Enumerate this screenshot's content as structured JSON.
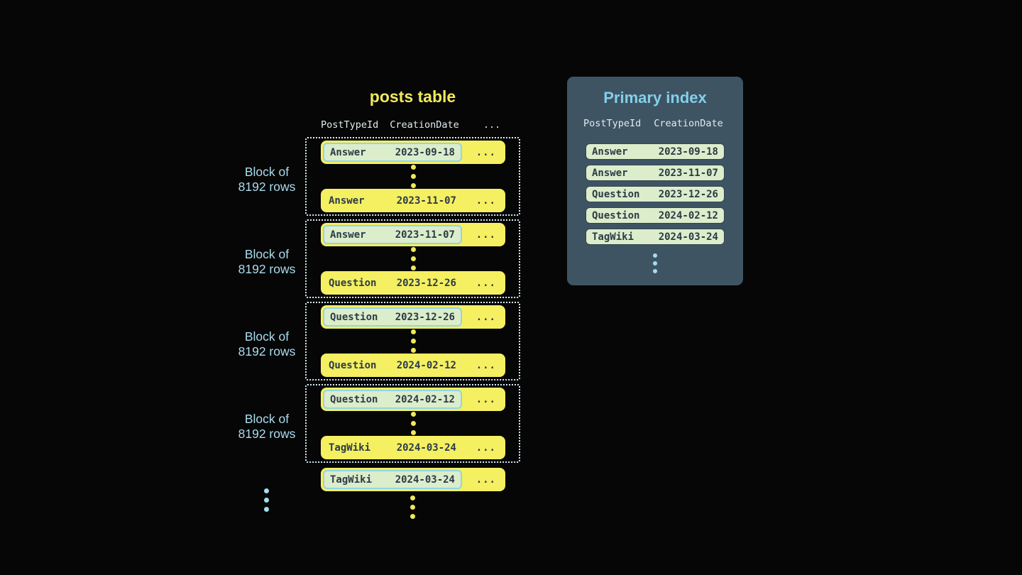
{
  "colors": {
    "background": "#060606",
    "row_yellow": "#f5ef62",
    "highlight_green": "#dcedcb",
    "highlight_border_blue": "#90d5e8",
    "dark_text": "#2b3b47",
    "block_dotted_border": "#d7edf7",
    "block_label_blue": "#a9dcee",
    "panel_background": "#3e5463",
    "panel_title_blue": "#84cfe9",
    "header_text": "#e3eaee",
    "posts_title_yellow": "#f0e95c",
    "dot_yellow": "#efe95a",
    "dot_blue": "#a3ddf0"
  },
  "posts_table": {
    "title": "posts table",
    "columns": [
      "PostTypeId",
      "CreationDate",
      "..."
    ],
    "block_label": [
      "Block of",
      "8192 rows"
    ],
    "row_ellipsis": "...",
    "blocks": [
      {
        "first": {
          "post_type": "Answer",
          "date": "2023-09-18"
        },
        "last": {
          "post_type": "Answer",
          "date": "2023-11-07"
        }
      },
      {
        "first": {
          "post_type": "Answer",
          "date": "2023-11-07"
        },
        "last": {
          "post_type": "Question",
          "date": "2023-12-26"
        }
      },
      {
        "first": {
          "post_type": "Question",
          "date": "2023-12-26"
        },
        "last": {
          "post_type": "Question",
          "date": "2024-02-12"
        }
      },
      {
        "first": {
          "post_type": "Question",
          "date": "2024-02-12"
        },
        "last": {
          "post_type": "TagWiki",
          "date": "2024-03-24"
        }
      }
    ],
    "trailing_row": {
      "post_type": "TagWiki",
      "date": "2024-03-24"
    }
  },
  "primary_index": {
    "title": "Primary index",
    "columns": [
      "PostTypeId",
      "CreationDate"
    ],
    "rows": [
      {
        "post_type": "Answer",
        "date": "2023-09-18"
      },
      {
        "post_type": "Answer",
        "date": "2023-11-07"
      },
      {
        "post_type": "Question",
        "date": "2023-12-26"
      },
      {
        "post_type": "Question",
        "date": "2024-02-12"
      },
      {
        "post_type": "TagWiki",
        "date": "2024-03-24"
      }
    ]
  }
}
